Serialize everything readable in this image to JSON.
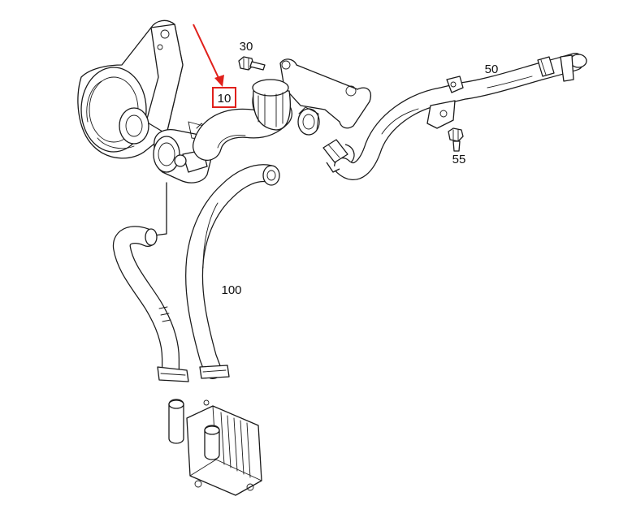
{
  "labels": {
    "part_10": "10",
    "part_30": "30",
    "part_50": "50",
    "part_55": "55",
    "part_100": "100"
  },
  "colors": {
    "highlight": "#e0201b",
    "line": "#1a1a1a",
    "background": "#ffffff"
  }
}
